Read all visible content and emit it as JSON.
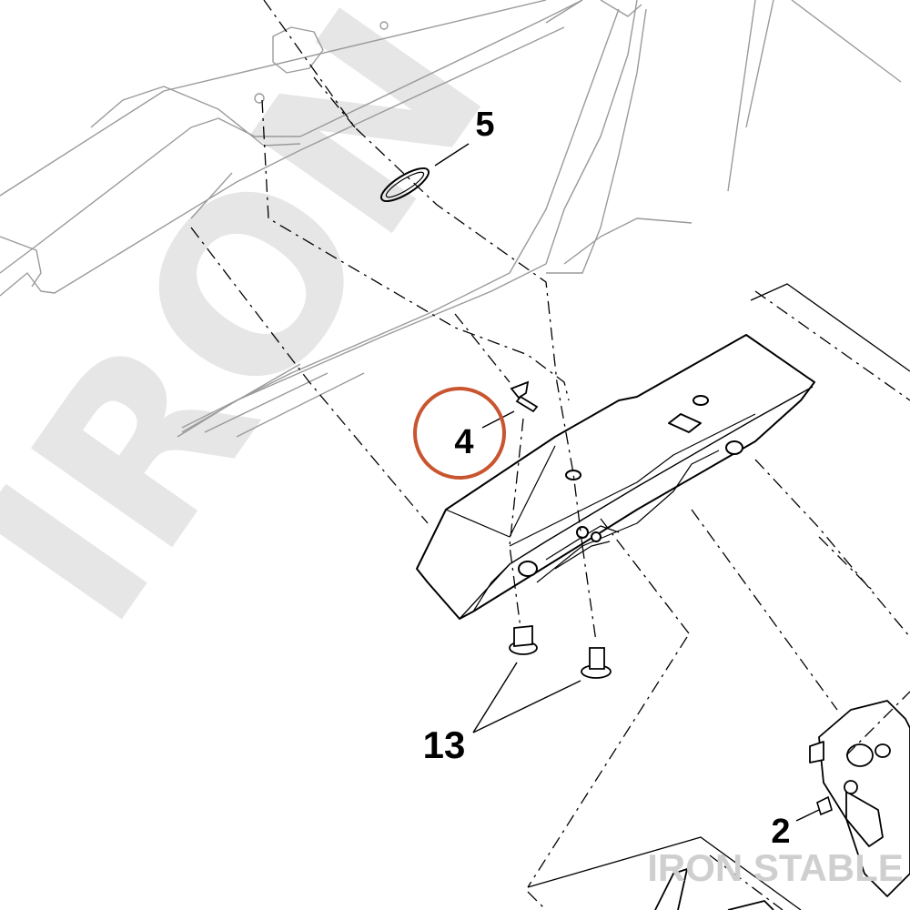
{
  "diagram": {
    "watermark": "IRON STABLE",
    "watermark_logo": "IRON STABLE",
    "highlight_color": "#c8552f",
    "line_color": "#000000",
    "ghost_line_color": "#9a9a9a",
    "callouts": [
      {
        "id": "c5",
        "label": "5",
        "highlighted": false
      },
      {
        "id": "c4",
        "label": "4",
        "highlighted": true
      },
      {
        "id": "c13",
        "label": "13",
        "highlighted": false
      },
      {
        "id": "c2",
        "label": "2",
        "highlighted": false
      }
    ],
    "icons": [
      "o-ring-part",
      "flat-head-screw",
      "flanged-bolt",
      "set-screw",
      "mounting-bracket",
      "caliper-assembly"
    ]
  }
}
